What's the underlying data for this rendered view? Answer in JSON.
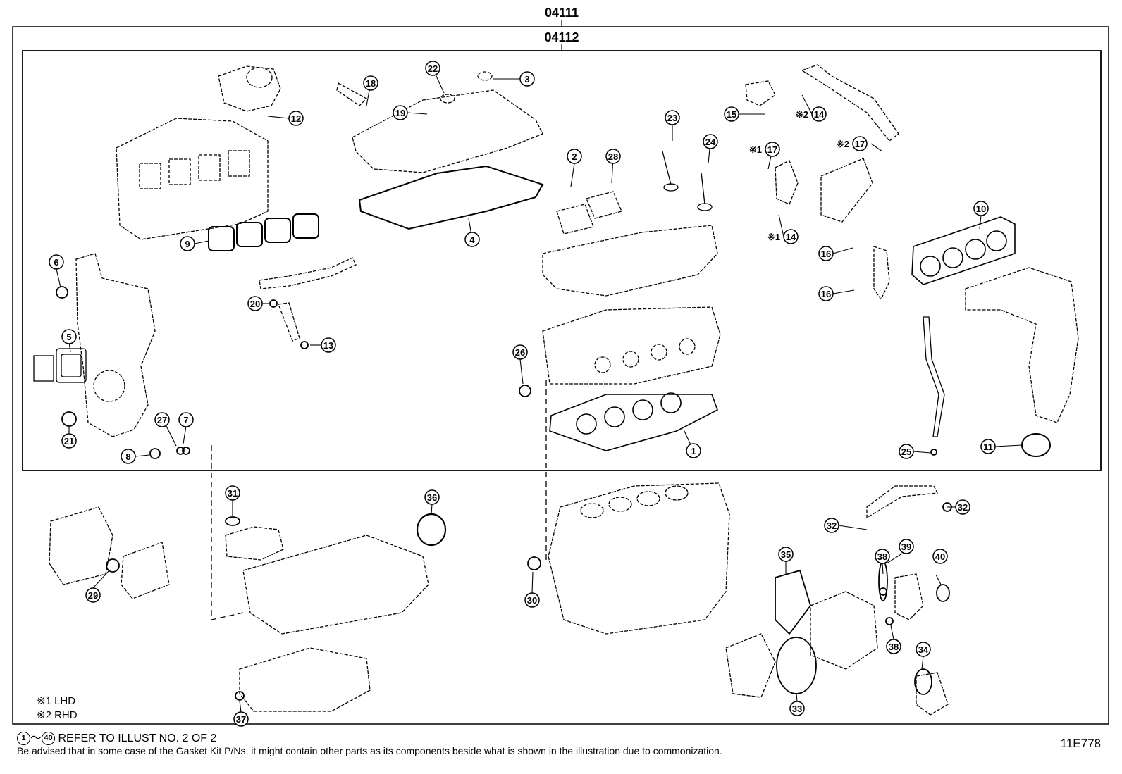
{
  "kits": {
    "outer": {
      "label": "04111"
    },
    "inner": {
      "label": "04112"
    }
  },
  "callouts": [
    {
      "id": "c1",
      "num": "1"
    },
    {
      "id": "c2",
      "num": "2"
    },
    {
      "id": "c3",
      "num": "3"
    },
    {
      "id": "c4",
      "num": "4"
    },
    {
      "id": "c5",
      "num": "5"
    },
    {
      "id": "c6",
      "num": "6"
    },
    {
      "id": "c7",
      "num": "7"
    },
    {
      "id": "c8",
      "num": "8"
    },
    {
      "id": "c9",
      "num": "9"
    },
    {
      "id": "c10",
      "num": "10"
    },
    {
      "id": "c11",
      "num": "11"
    },
    {
      "id": "c12",
      "num": "12"
    },
    {
      "id": "c13",
      "num": "13"
    },
    {
      "id": "c14a",
      "num": "14",
      "prefix": "※2"
    },
    {
      "id": "c14b",
      "num": "14",
      "prefix": "※1"
    },
    {
      "id": "c15",
      "num": "15"
    },
    {
      "id": "c16a",
      "num": "16"
    },
    {
      "id": "c16b",
      "num": "16"
    },
    {
      "id": "c17a",
      "num": "17",
      "prefix": "※1"
    },
    {
      "id": "c17b",
      "num": "17",
      "prefix": "※2"
    },
    {
      "id": "c18",
      "num": "18"
    },
    {
      "id": "c19",
      "num": "19"
    },
    {
      "id": "c20",
      "num": "20"
    },
    {
      "id": "c21",
      "num": "21"
    },
    {
      "id": "c22",
      "num": "22"
    },
    {
      "id": "c23",
      "num": "23"
    },
    {
      "id": "c24",
      "num": "24"
    },
    {
      "id": "c25",
      "num": "25"
    },
    {
      "id": "c26",
      "num": "26"
    },
    {
      "id": "c27",
      "num": "27"
    },
    {
      "id": "c28",
      "num": "28"
    },
    {
      "id": "c29",
      "num": "29"
    },
    {
      "id": "c30",
      "num": "30"
    },
    {
      "id": "c31",
      "num": "31"
    },
    {
      "id": "c32a",
      "num": "32"
    },
    {
      "id": "c32b",
      "num": "32"
    },
    {
      "id": "c33",
      "num": "33"
    },
    {
      "id": "c34",
      "num": "34"
    },
    {
      "id": "c35",
      "num": "35"
    },
    {
      "id": "c36",
      "num": "36"
    },
    {
      "id": "c37",
      "num": "37"
    },
    {
      "id": "c38a",
      "num": "38"
    },
    {
      "id": "c38b",
      "num": "38"
    },
    {
      "id": "c39",
      "num": "39"
    },
    {
      "id": "c40",
      "num": "40"
    }
  ],
  "legend": {
    "note1": "※1  LHD",
    "note2": "※2  RHD"
  },
  "footer": {
    "range_start": "1",
    "range_end": "40",
    "range_sep": "～",
    "refer_text": "REFER TO ILLUST NO. 2 OF 2",
    "disclaimer": "Be advised that in some case of the Gasket Kit P/Ns,  it might contain other parts as its components beside what is shown in the illustration due to commonization.",
    "figure_code": "11E778"
  }
}
